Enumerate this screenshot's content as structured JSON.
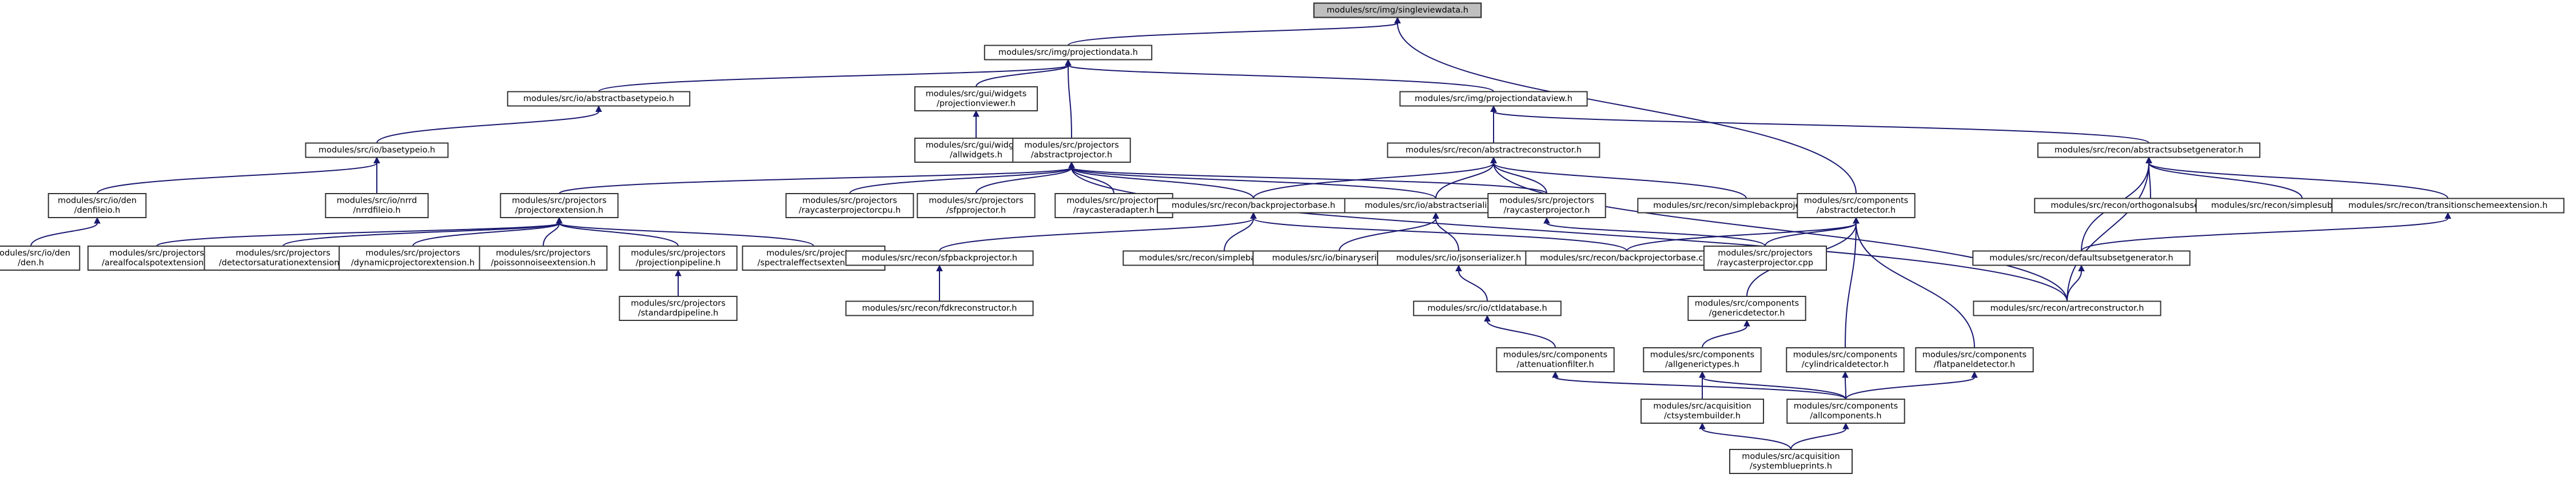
{
  "diagram": {
    "title": "",
    "nodes": [
      {
        "id": "root",
        "label": [
          "modules/src/img/singleviewdata.h"
        ],
        "root": true
      },
      {
        "id": "projdata",
        "label": [
          "modules/src/img/projectiondata.h"
        ]
      },
      {
        "id": "abtypeio",
        "label": [
          "modules/src/io/abstractbasetypeio.h"
        ]
      },
      {
        "id": "projviewer",
        "label": [
          "modules/src/gui/widgets",
          "/projectionviewer.h"
        ]
      },
      {
        "id": "projdataview",
        "label": [
          "modules/src/img/projectiondataview.h"
        ]
      },
      {
        "id": "basetypeio",
        "label": [
          "modules/src/io/basetypeio.h"
        ]
      },
      {
        "id": "allwidgets",
        "label": [
          "modules/src/gui/widgets",
          "/allwidgets.h"
        ]
      },
      {
        "id": "abprojector",
        "label": [
          "modules/src/projectors",
          "/abstractprojector.h"
        ]
      },
      {
        "id": "abrecon",
        "label": [
          "modules/src/recon/abstractreconstructor.h"
        ]
      },
      {
        "id": "absubset",
        "label": [
          "modules/src/recon/abstractsubsetgenerator.h"
        ]
      },
      {
        "id": "denfileio",
        "label": [
          "modules/src/io/den",
          "/denfileio.h"
        ]
      },
      {
        "id": "nrrdfileio",
        "label": [
          "modules/src/io/nrrd",
          "/nrrdfileio.h"
        ]
      },
      {
        "id": "projext",
        "label": [
          "modules/src/projectors",
          "/projectorextension.h"
        ]
      },
      {
        "id": "rcproj",
        "label": [
          "modules/src/projectors",
          "/raycasterprojectorcpu.h"
        ]
      },
      {
        "id": "sfproj",
        "label": [
          "modules/src/projectors",
          "/sfpprojector.h"
        ]
      },
      {
        "id": "rcadapter",
        "label": [
          "modules/src/projectors",
          "/raycasteradapter.h"
        ]
      },
      {
        "id": "bpbase",
        "label": [
          "modules/src/recon/backprojectorbase.h"
        ]
      },
      {
        "id": "abserial",
        "label": [
          "modules/src/io/abstractserializer.h"
        ]
      },
      {
        "id": "rcprojh",
        "label": [
          "modules/src/projectors",
          "/raycasterprojector.h"
        ]
      },
      {
        "id": "simplebpcpu",
        "label": [
          "modules/src/recon/simplebackprojectorcpu.h"
        ]
      },
      {
        "id": "abdetector",
        "label": [
          "modules/src/components",
          "/abstractdetector.h"
        ]
      },
      {
        "id": "orthosub",
        "label": [
          "modules/src/recon/orthogonalsubsetgenerator.h"
        ]
      },
      {
        "id": "simplesub",
        "label": [
          "modules/src/recon/simplesubsetgenerator.h"
        ]
      },
      {
        "id": "transsub",
        "label": [
          "modules/src/recon/transitionschemeextension.h"
        ]
      },
      {
        "id": "den",
        "label": [
          "modules/src/io/den",
          "/den.h"
        ]
      },
      {
        "id": "arealfocal",
        "label": [
          "modules/src/projectors",
          "/arealfocalspotextension.h"
        ]
      },
      {
        "id": "detsat",
        "label": [
          "modules/src/projectors",
          "/detectorsaturationextension.h"
        ]
      },
      {
        "id": "dynproj",
        "label": [
          "modules/src/projectors",
          "/dynamicprojectorextension.h"
        ]
      },
      {
        "id": "poisson",
        "label": [
          "modules/src/projectors",
          "/poissonnoiseextension.h"
        ]
      },
      {
        "id": "projpipe",
        "label": [
          "modules/src/projectors",
          "/projectionpipeline.h"
        ]
      },
      {
        "id": "spectral",
        "label": [
          "modules/src/projectors",
          "/spectraleffectsextension.h"
        ]
      },
      {
        "id": "fbp",
        "label": [
          "modules/src/recon/sfpbackprojector.h"
        ]
      },
      {
        "id": "simplebp",
        "label": [
          "modules/src/recon/simplebackprojector.h"
        ]
      },
      {
        "id": "binserial",
        "label": [
          "modules/src/io/binaryserializer.h"
        ]
      },
      {
        "id": "jsonserial",
        "label": [
          "modules/src/io/jsonserializer.h"
        ]
      },
      {
        "id": "bpbasecpp",
        "label": [
          "modules/src/recon/backprojectorbase.cpp"
        ]
      },
      {
        "id": "rcprojcpp",
        "label": [
          "modules/src/projectors",
          "/raycasterprojector.cpp"
        ]
      },
      {
        "id": "defsub",
        "label": [
          "modules/src/recon/defaultsubsetgenerator.h"
        ]
      },
      {
        "id": "stdpipe",
        "label": [
          "modules/src/projectors",
          "/standardpipeline.h"
        ]
      },
      {
        "id": "fdk",
        "label": [
          "modules/src/recon/fdkreconstructor.h"
        ]
      },
      {
        "id": "ctldb",
        "label": [
          "modules/src/io/ctldatabase.h"
        ]
      },
      {
        "id": "artrecon",
        "label": [
          "modules/src/recon/artreconstructor.h"
        ]
      },
      {
        "id": "gendet",
        "label": [
          "modules/src/components",
          "/genericdetector.h"
        ]
      },
      {
        "id": "atten",
        "label": [
          "modules/src/components",
          "/attenuationfilter.h"
        ]
      },
      {
        "id": "allgentypes",
        "label": [
          "modules/src/components",
          "/allgenerictypes.h"
        ]
      },
      {
        "id": "cyldet",
        "label": [
          "modules/src/components",
          "/cylindricaldetector.h"
        ]
      },
      {
        "id": "flatdet",
        "label": [
          "modules/src/components",
          "/flatpaneldetector.h"
        ]
      },
      {
        "id": "ctsys",
        "label": [
          "modules/src/acquisition",
          "/ctsystembuilder.h"
        ]
      },
      {
        "id": "allcomp",
        "label": [
          "modules/src/components",
          "/allcomponents.h"
        ]
      },
      {
        "id": "sysbp",
        "label": [
          "modules/src/acquisition",
          "/systemblueprints.h"
        ]
      }
    ],
    "edges": [
      [
        "projdata",
        "root"
      ],
      [
        "abdetector",
        "root"
      ],
      [
        "abtypeio",
        "projdata"
      ],
      [
        "projviewer",
        "projdata"
      ],
      [
        "projdataview",
        "projdata"
      ],
      [
        "abprojector",
        "projdata"
      ],
      [
        "basetypeio",
        "abtypeio"
      ],
      [
        "allwidgets",
        "projviewer"
      ],
      [
        "abrecon",
        "projdataview"
      ],
      [
        "absubset",
        "projdataview"
      ],
      [
        "denfileio",
        "basetypeio"
      ],
      [
        "nrrdfileio",
        "basetypeio"
      ],
      [
        "projext",
        "abprojector"
      ],
      [
        "rcproj",
        "abprojector"
      ],
      [
        "sfproj",
        "abprojector"
      ],
      [
        "rcadapter",
        "abprojector"
      ],
      [
        "bpbase",
        "abprojector"
      ],
      [
        "abserial",
        "abprojector"
      ],
      [
        "rcprojh",
        "abprojector"
      ],
      [
        "artrecon",
        "abprojector"
      ],
      [
        "bpbase",
        "abrecon"
      ],
      [
        "abserial",
        "abrecon"
      ],
      [
        "rcprojh",
        "abrecon"
      ],
      [
        "simplebpcpu",
        "abrecon"
      ],
      [
        "artrecon",
        "abrecon"
      ],
      [
        "orthosub",
        "absubset"
      ],
      [
        "simplesub",
        "absubset"
      ],
      [
        "transsub",
        "absubset"
      ],
      [
        "defsub",
        "absubset"
      ],
      [
        "artrecon",
        "absubset"
      ],
      [
        "den",
        "denfileio"
      ],
      [
        "arealfocal",
        "projext"
      ],
      [
        "detsat",
        "projext"
      ],
      [
        "dynproj",
        "projext"
      ],
      [
        "poisson",
        "projext"
      ],
      [
        "projpipe",
        "projext"
      ],
      [
        "spectral",
        "projext"
      ],
      [
        "fbp",
        "bpbase"
      ],
      [
        "simplebp",
        "bpbase"
      ],
      [
        "bpbasecpp",
        "bpbase"
      ],
      [
        "binserial",
        "abserial"
      ],
      [
        "jsonserial",
        "abserial"
      ],
      [
        "rcprojcpp",
        "rcprojh"
      ],
      [
        "bpbasecpp",
        "abdetector"
      ],
      [
        "rcprojcpp",
        "abdetector"
      ],
      [
        "gendet",
        "abdetector"
      ],
      [
        "cyldet",
        "abdetector"
      ],
      [
        "flatdet",
        "abdetector"
      ],
      [
        "defsub",
        "transsub"
      ],
      [
        "artrecon",
        "defsub"
      ],
      [
        "stdpipe",
        "projpipe"
      ],
      [
        "fdk",
        "fbp"
      ],
      [
        "ctldb",
        "jsonserial"
      ],
      [
        "atten",
        "ctldb"
      ],
      [
        "allgentypes",
        "gendet"
      ],
      [
        "ctsys",
        "allgentypes"
      ],
      [
        "allcomp",
        "allgentypes"
      ],
      [
        "allcomp",
        "atten"
      ],
      [
        "allcomp",
        "cyldet"
      ],
      [
        "allcomp",
        "flatdet"
      ],
      [
        "sysbp",
        "ctsys"
      ],
      [
        "sysbp",
        "allcomp"
      ]
    ]
  }
}
